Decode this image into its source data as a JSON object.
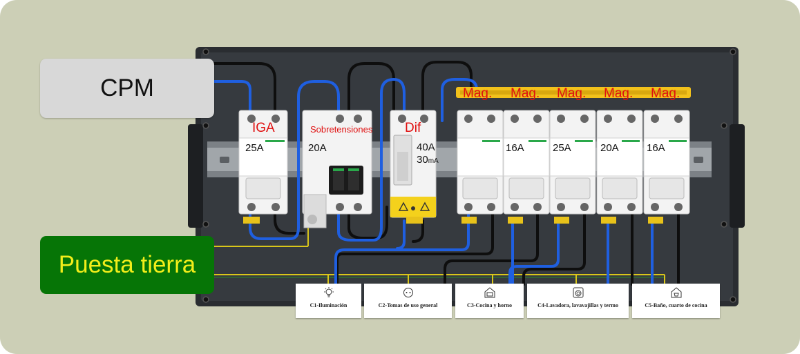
{
  "labels": {
    "cpm": "CPM",
    "earth": "Puesta tierra"
  },
  "devices": {
    "iga": {
      "name": "IGA",
      "rating": "25A"
    },
    "surge": {
      "name": "Sobretensiones",
      "rating": "20A"
    },
    "dif": {
      "name": "Dif",
      "rating": "40A",
      "sensitivity_value": "30",
      "sensitivity_unit": "mA"
    },
    "mag": [
      {
        "name": "Mag.",
        "rating": ""
      },
      {
        "name": "Mag.",
        "rating": "16A"
      },
      {
        "name": "Mag.",
        "rating": "25A"
      },
      {
        "name": "Mag.",
        "rating": "20A"
      },
      {
        "name": "Mag.",
        "rating": "16A"
      }
    ]
  },
  "circuits": [
    {
      "label": "C1-Iluminación",
      "icon": "lightbulb-icon"
    },
    {
      "label": "C2-Tomas de uso general",
      "icon": "socket-icon"
    },
    {
      "label": "C3-Cocina y horno",
      "icon": "oven-icon"
    },
    {
      "label": "C4-Lavadora, lavavajillas y termo",
      "icon": "washing-machine-icon"
    },
    {
      "label": "C5-Baño, cuarto de cocina",
      "icon": "bathroom-icon"
    }
  ],
  "colors": {
    "background": "#cccfb6",
    "cpm_box": "#d8d8d8",
    "earth_box": "#067506",
    "earth_text": "#f2ee1a",
    "overlay_text": "#e01010",
    "neutral_wire": "#1f5fe0",
    "phase_wire": "#111111",
    "earth_wire": "#e8d21a"
  }
}
